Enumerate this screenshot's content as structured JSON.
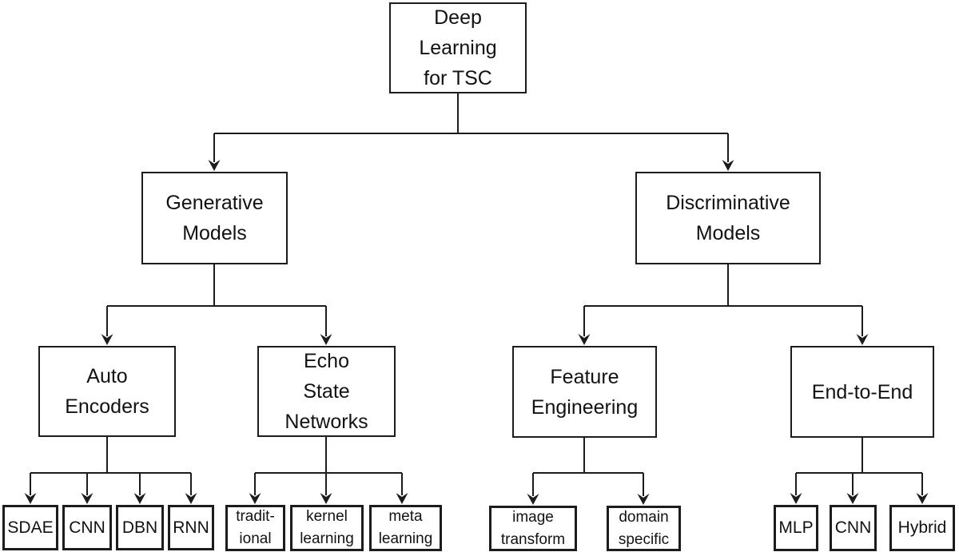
{
  "diagram": {
    "type": "taxonomy-tree",
    "background_color": "#ffffff",
    "line_color": "#1c1c1c",
    "box_fill": "#ffffff",
    "nodes": {
      "root": {
        "label": "Deep\nLearning\nfor TSC"
      },
      "generative": {
        "label": "Generative\nModels"
      },
      "discriminative": {
        "label": "Discriminative\nModels"
      },
      "auto_encoders": {
        "label": "Auto\nEncoders"
      },
      "echo_state": {
        "label": "Echo\nState\nNetworks"
      },
      "feature_eng": {
        "label": "Feature\nEngineering"
      },
      "end_to_end": {
        "label": "End-to-End"
      },
      "sdae": {
        "label": "SDAE"
      },
      "cnn_ae": {
        "label": "CNN"
      },
      "dbn": {
        "label": "DBN"
      },
      "rnn": {
        "label": "RNN"
      },
      "traditional": {
        "label": "tradit-\nional"
      },
      "kernel_learning": {
        "label": "kernel\nlearning"
      },
      "meta_learning": {
        "label": "meta\nlearning"
      },
      "image_transform": {
        "label": "image\ntransform"
      },
      "domain_specific": {
        "label": "domain\nspecific"
      },
      "mlp": {
        "label": "MLP"
      },
      "cnn_e2e": {
        "label": "CNN"
      },
      "hybrid": {
        "label": "Hybrid"
      }
    },
    "edges": [
      {
        "from": "root",
        "to": "generative"
      },
      {
        "from": "root",
        "to": "discriminative"
      },
      {
        "from": "generative",
        "to": "auto_encoders"
      },
      {
        "from": "generative",
        "to": "echo_state"
      },
      {
        "from": "discriminative",
        "to": "feature_eng"
      },
      {
        "from": "discriminative",
        "to": "end_to_end"
      },
      {
        "from": "auto_encoders",
        "to": "sdae"
      },
      {
        "from": "auto_encoders",
        "to": "cnn_ae"
      },
      {
        "from": "auto_encoders",
        "to": "dbn"
      },
      {
        "from": "auto_encoders",
        "to": "rnn"
      },
      {
        "from": "echo_state",
        "to": "traditional"
      },
      {
        "from": "echo_state",
        "to": "kernel_learning"
      },
      {
        "from": "echo_state",
        "to": "meta_learning"
      },
      {
        "from": "feature_eng",
        "to": "image_transform"
      },
      {
        "from": "feature_eng",
        "to": "domain_specific"
      },
      {
        "from": "end_to_end",
        "to": "mlp"
      },
      {
        "from": "end_to_end",
        "to": "cnn_e2e"
      },
      {
        "from": "end_to_end",
        "to": "hybrid"
      }
    ]
  }
}
